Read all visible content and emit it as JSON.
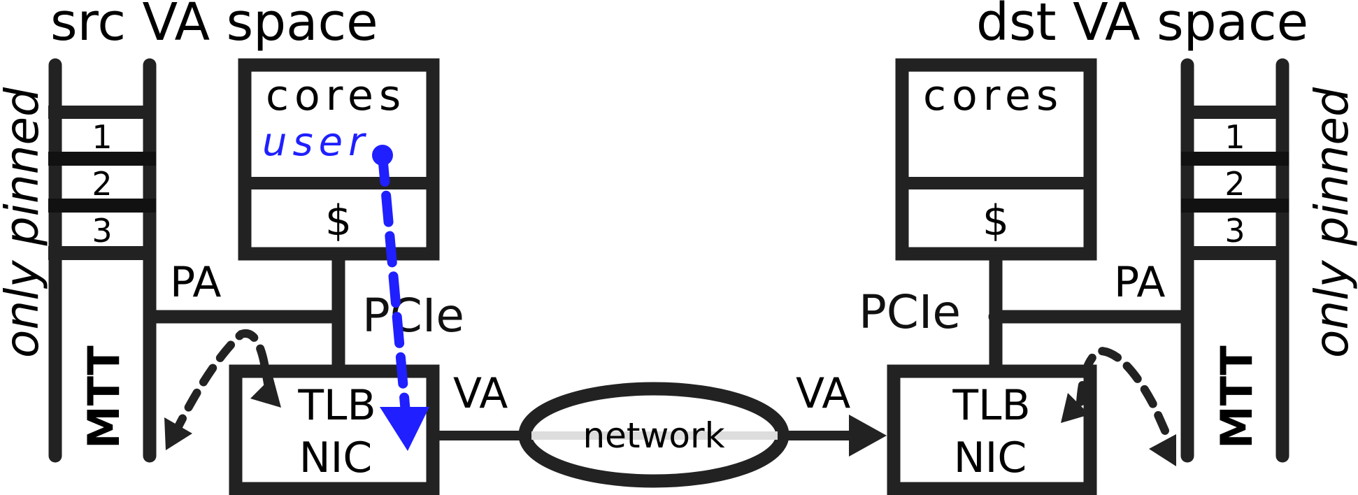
{
  "diagram": {
    "src": {
      "title": "src VA space",
      "side_label": "only pinned",
      "table_label": "MTT",
      "table_entries": [
        "1",
        "2",
        "3"
      ],
      "pa_label": "PA",
      "bus_label": "PCIe",
      "cpu_box": {
        "label": "cores",
        "sub_label": "user",
        "cache_label": "$"
      },
      "nic_box": {
        "top_label": "TLB",
        "bottom_label": "NIC"
      },
      "link_label": "VA"
    },
    "dst": {
      "title": "dst VA space",
      "side_label": "only pinned",
      "table_label": "MTT",
      "table_entries": [
        "1",
        "2",
        "3"
      ],
      "pa_label": "PA",
      "bus_label": "PCIe",
      "cpu_box": {
        "label": "cores",
        "cache_label": "$"
      },
      "nic_box": {
        "top_label": "TLB",
        "bottom_label": "NIC"
      },
      "link_label": "VA"
    },
    "network_label": "network",
    "colors": {
      "stroke": "#222222",
      "user_path": "#1f1fff",
      "network_line": "#dddddd"
    }
  }
}
